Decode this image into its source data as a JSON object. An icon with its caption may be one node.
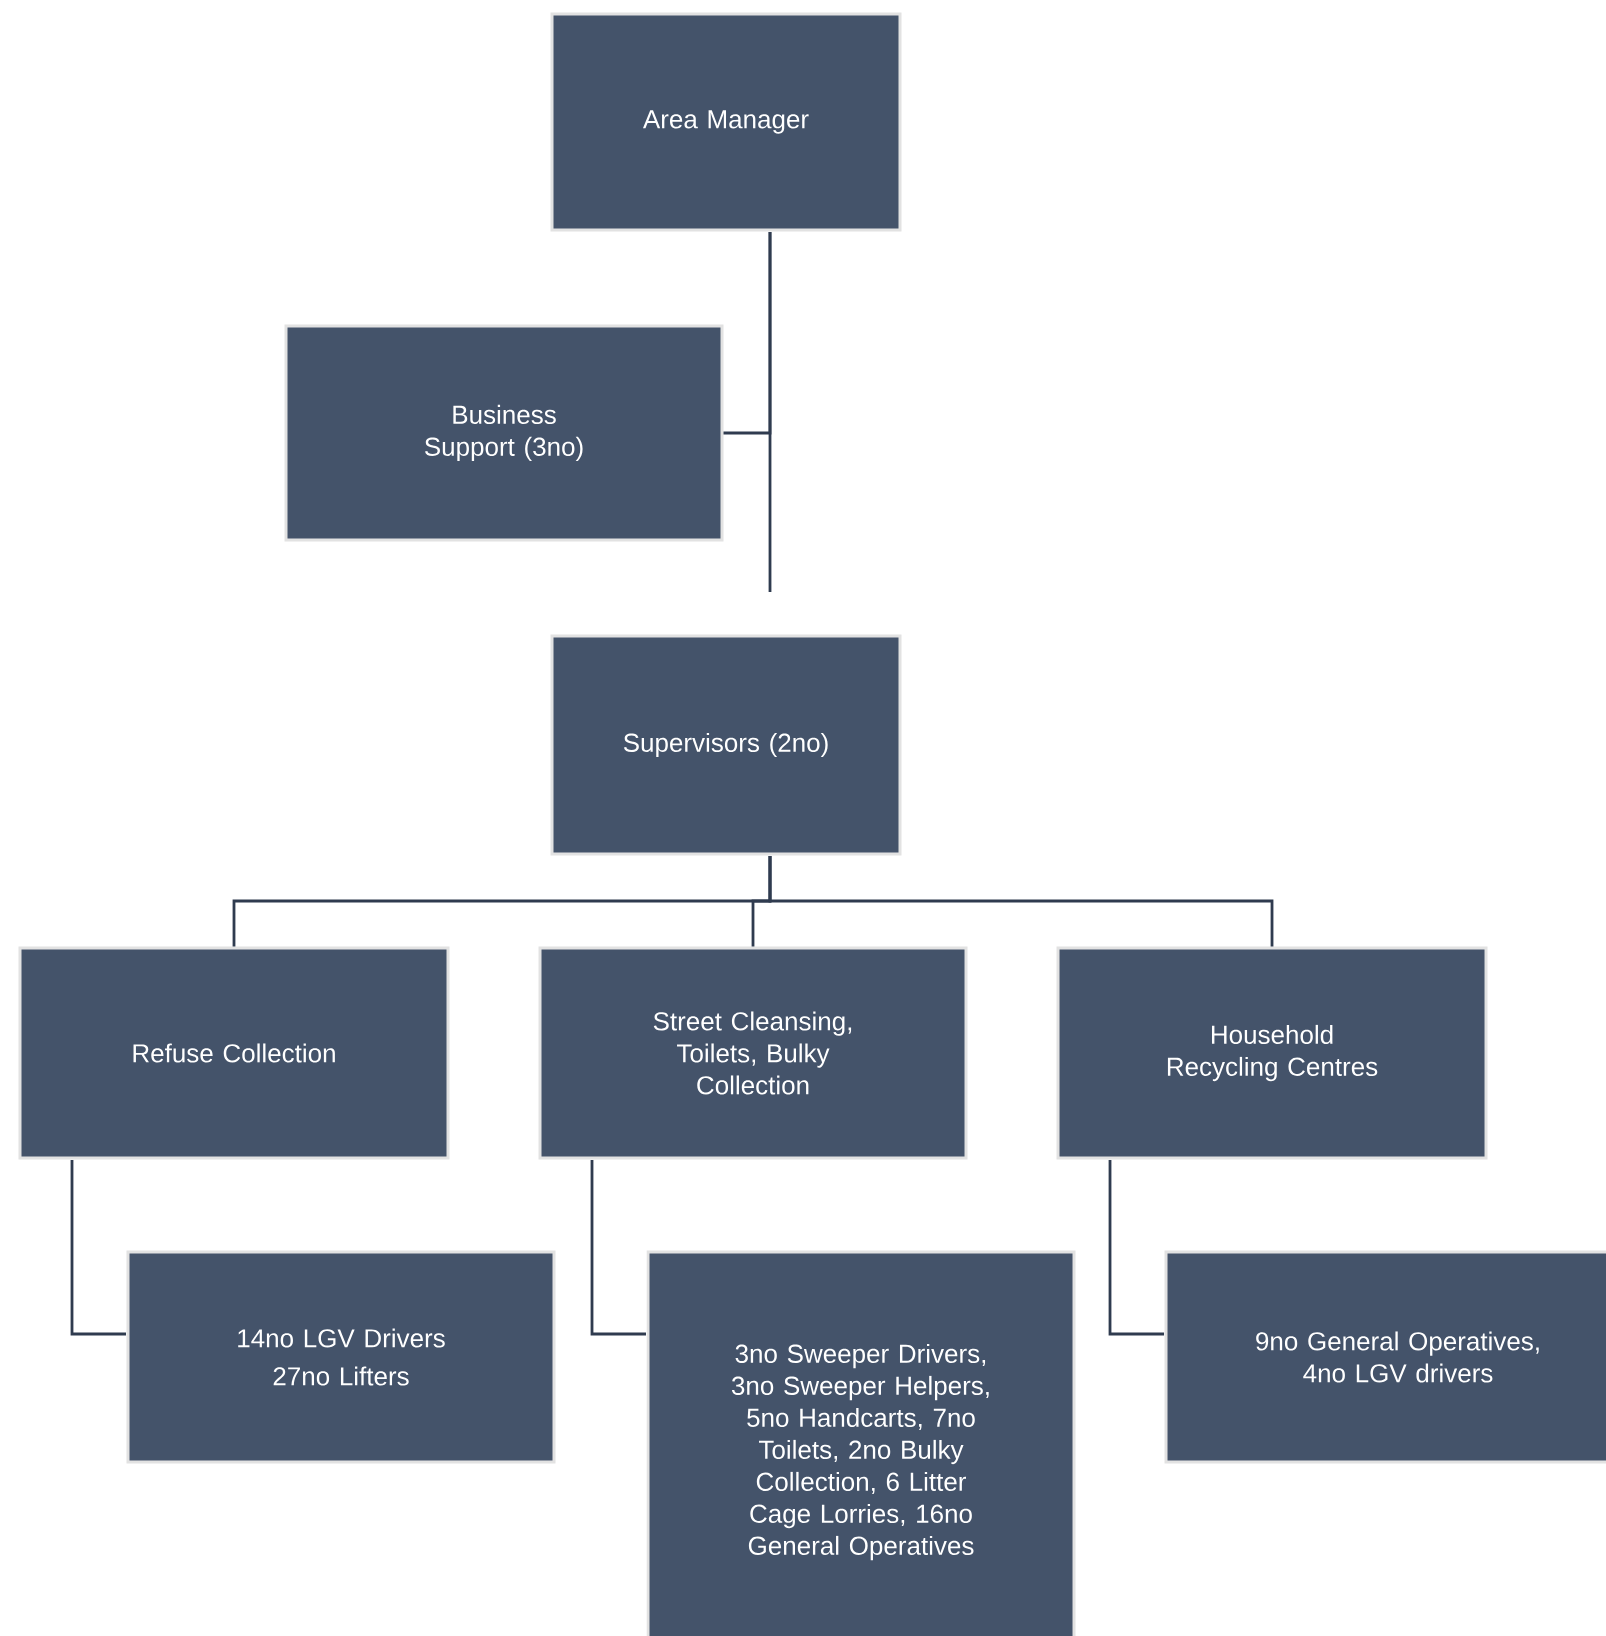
{
  "diagram": {
    "nodes": [
      {
        "text": [
          "Area Manager"
        ]
      },
      {
        "text": [
          "Business Support (3no)"
        ]
      },
      {
        "text": [
          "Supervisors (2no)"
        ]
      },
      {
        "text": [
          "Refuse Collection"
        ]
      },
      {
        "text": [
          "Street Cleansing, Toilets, Bulky Collection"
        ]
      },
      {
        "text": [
          "Household Recycling Centres"
        ]
      },
      {
        "text": [
          "14no LGV Drivers",
          "27no Lifters"
        ]
      },
      {
        "text": [
          "3no Sweeper Drivers, 3no Sweeper Helpers, 5no Handcarts, 7no Toilets, 2no Bulky Collection,  6 Litter Cage Lorries, 16no General Operatives"
        ]
      },
      {
        "text": [
          "9no General Operatives, 4no LGV drivers"
        ]
      }
    ],
    "edges": [
      {
        "from": 0,
        "to": 1,
        "arrow": "none"
      },
      {
        "from": 0,
        "to": 2,
        "arrow": "none"
      },
      {
        "from": 2,
        "to": 3,
        "arrow": "none"
      },
      {
        "from": 2,
        "to": 4,
        "arrow": "none"
      },
      {
        "from": 2,
        "to": 5,
        "arrow": "none"
      },
      {
        "from": 3,
        "to": 6,
        "arrow": "none"
      },
      {
        "from": 4,
        "to": 7,
        "arrow": "none"
      },
      {
        "from": 5,
        "to": 8,
        "arrow": "none"
      }
    ]
  }
}
